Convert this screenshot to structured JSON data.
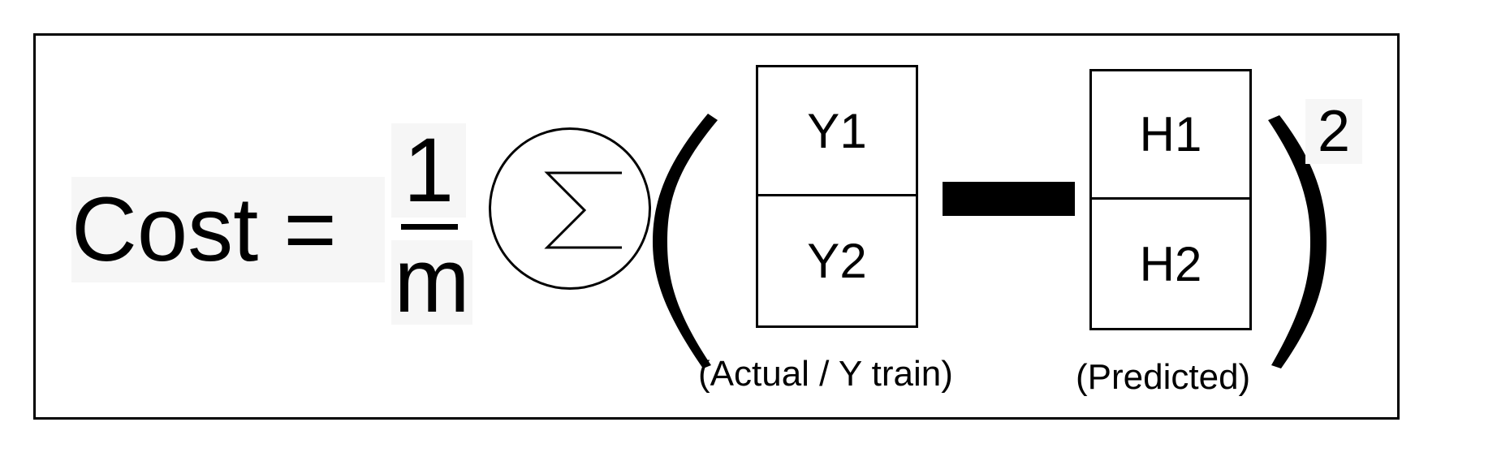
{
  "formula": {
    "lhs": "Cost =",
    "fraction": {
      "numerator": "1",
      "denominator": "m"
    },
    "summation_symbol": "∑",
    "actual_vector": {
      "entries": [
        "Y1",
        "Y2"
      ],
      "caption": "(Actual / Y train)"
    },
    "operator": "minus",
    "predicted_vector": {
      "entries": [
        "H1",
        "H2"
      ],
      "caption": "(Predicted)"
    },
    "exponent": "2"
  }
}
